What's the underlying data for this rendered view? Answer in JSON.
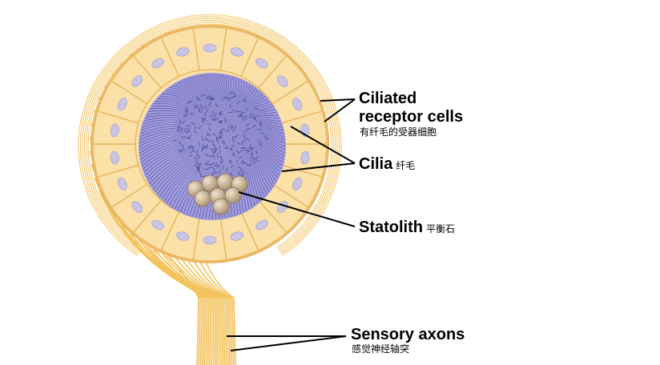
{
  "labels": {
    "ciliated": {
      "line1": "Ciliated",
      "line2": "receptor cells",
      "zh": "有纤毛的受器细胞"
    },
    "cilia": {
      "en": "Cilia",
      "zh": "纤毛"
    },
    "statolith": {
      "en": "Statolith",
      "zh": "平衡石"
    },
    "axons": {
      "en": "Sensory axons",
      "zh": "感觉神经轴突"
    }
  },
  "colors": {
    "cell_fill": "#fbe1a8",
    "cell_edge": "#e9b45c",
    "nucleus": "#c9c4e4",
    "lumen": "#a7a3df",
    "cilia_line": "#4b46a3",
    "statolith": "#c8b293",
    "axon": "#f3c35d",
    "leader": "#000000"
  }
}
